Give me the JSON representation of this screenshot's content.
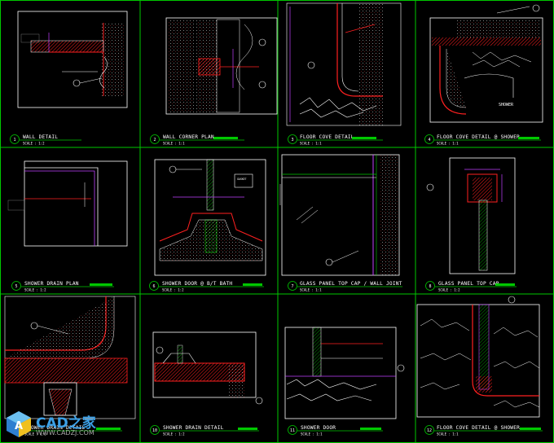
{
  "viewport": {
    "title": "CAD shower & wall detail sheet"
  },
  "details": [
    {
      "num": "1",
      "title": "WALL DETAIL",
      "scale": "SCALE : 1:2"
    },
    {
      "num": "2",
      "title": "WALL CORNER PLAN",
      "scale": "SCALE : 1:1"
    },
    {
      "num": "3",
      "title": "FLOOR COVE DETAIL",
      "scale": "SCALE : 1:1"
    },
    {
      "num": "4",
      "title": "FLOOR COVE DETAIL @ SHOWER",
      "scale": "SCALE : 1:1"
    },
    {
      "num": "5",
      "title": "SHOWER DRAIN PLAN",
      "scale": "SCALE : 1:2"
    },
    {
      "num": "6",
      "title": "SHOWER DOOR @ B/T BATH",
      "scale": "SCALE : 1:2"
    },
    {
      "num": "7",
      "title": "GLASS PANEL TOP CAP / WALL JOINT",
      "scale": "SCALE : 1:1"
    },
    {
      "num": "8",
      "title": "GLASS PANEL TOP CAP",
      "scale": "SCALE : 1:2"
    },
    {
      "num": "9",
      "title": "SHOWER DRAIN DETAIL",
      "scale": "SCALE : 1:1"
    },
    {
      "num": "10",
      "title": "SHOWER DRAIN DETAIL",
      "scale": "SCALE : 1:2"
    },
    {
      "num": "11",
      "title": "SHOWER DOOR",
      "scale": "SCALE : 1:1"
    },
    {
      "num": "12",
      "title": "FLOOR COVE DETAIL @ SHOWER",
      "scale": "SCALE : 1:1"
    }
  ],
  "annotations": {
    "shower": "SHOWER",
    "gasket": "GASKET"
  },
  "colors": {
    "background": "#000000",
    "frame": "#00c800",
    "section": "#e00000",
    "outline": "#ffffff",
    "dimension": "#c040ff",
    "hatch": "#ff3030"
  },
  "watermark": {
    "brand": "CAD之家",
    "url": "WWW.CADZJ.COM"
  }
}
